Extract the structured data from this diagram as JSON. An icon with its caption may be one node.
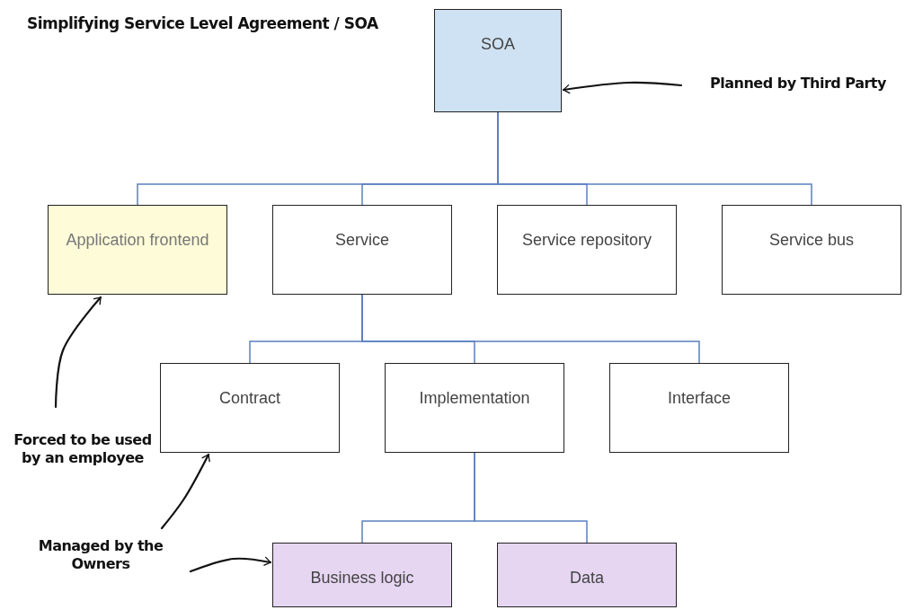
{
  "diagram": {
    "title": "Simplifying Service Level Agreement / SOA",
    "nodes": [
      {
        "text": [
          "SOA"
        ]
      },
      {
        "text": [
          "Application frontend"
        ]
      },
      {
        "text": [
          "Service"
        ]
      },
      {
        "text": [
          "Service repository"
        ]
      },
      {
        "text": [
          "Service bus"
        ]
      },
      {
        "text": [
          "Contract"
        ]
      },
      {
        "text": [
          "Implementation"
        ]
      },
      {
        "text": [
          "Interface"
        ]
      },
      {
        "text": [
          "Business logic"
        ]
      },
      {
        "text": [
          "Data"
        ]
      },
      {
        "text": [
          "Planned by Third Party"
        ]
      },
      {
        "text": [
          "Forced to be used by an employee"
        ]
      },
      {
        "text": [
          "Managed by the Owners"
        ]
      }
    ],
    "edges": [
      {
        "from": 0,
        "to": 1,
        "arrow": "none"
      },
      {
        "from": 0,
        "to": 2,
        "arrow": "none"
      },
      {
        "from": 0,
        "to": 3,
        "arrow": "none"
      },
      {
        "from": 0,
        "to": 4,
        "arrow": "none"
      },
      {
        "from": 2,
        "to": 5,
        "arrow": "none"
      },
      {
        "from": 2,
        "to": 6,
        "arrow": "none"
      },
      {
        "from": 2,
        "to": 7,
        "arrow": "none"
      },
      {
        "from": 6,
        "to": 8,
        "arrow": "none"
      },
      {
        "from": 6,
        "to": 9,
        "arrow": "none"
      },
      {
        "from": 10,
        "to": 0,
        "arrow": "to",
        "color": "#111111"
      },
      {
        "from": 11,
        "to": 1,
        "arrow": "to",
        "color": "#111111"
      },
      {
        "from": 12,
        "to": 5,
        "arrow": "to",
        "color": "#111111"
      },
      {
        "from": 12,
        "to": 8,
        "arrow": "to",
        "color": "#111111"
      }
    ]
  }
}
